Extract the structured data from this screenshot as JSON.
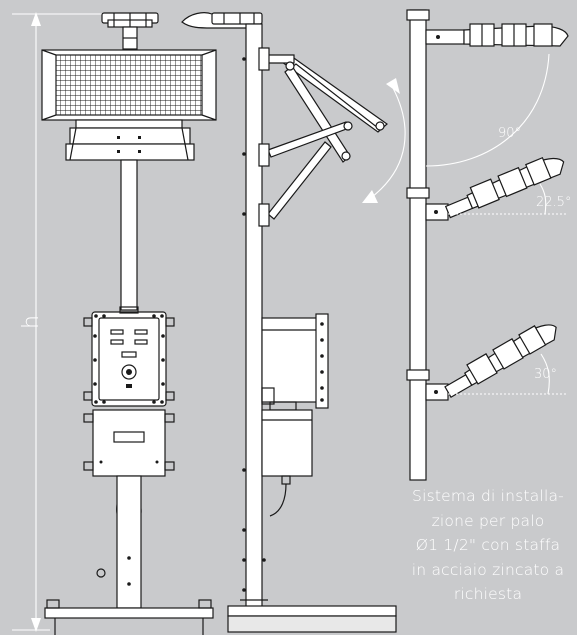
{
  "dimension_label": "h",
  "angles": {
    "tilt_90": "90°",
    "tilt_22_5": "22.5°",
    "tilt_30": "30°"
  },
  "caption_lines": [
    "Sistema di installa-",
    "zione per palo",
    "Ø1 1/2\" con staffa",
    "in acciaio zincato a",
    "richiesta"
  ]
}
